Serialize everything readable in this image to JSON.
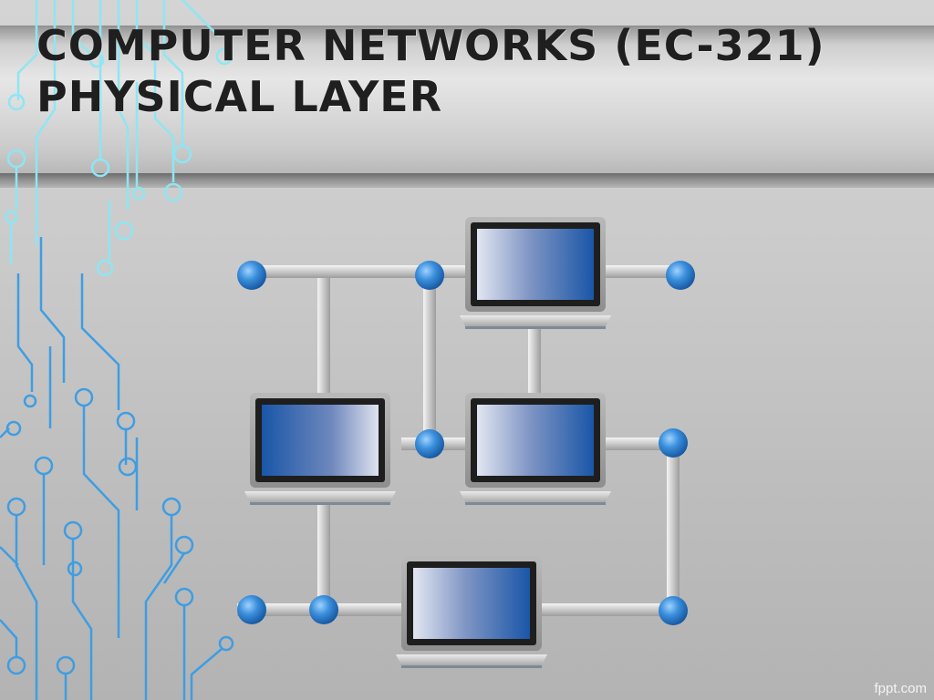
{
  "slide": {
    "title_line1": "COMPUTER NETWORKS (EC-321)",
    "title_line2": "PHYSICAL LAYER",
    "watermark": "fppt.com"
  },
  "colors": {
    "title_text": "#1f1f1f",
    "circuit_cyan": "#7fe0f0",
    "circuit_blue": "#3d9be0",
    "node_blue": "#2f86d6",
    "screen_blue": "#1f5fb0"
  },
  "icons": [
    "laptop-icon",
    "network-node-icon",
    "circuit-decoration"
  ]
}
